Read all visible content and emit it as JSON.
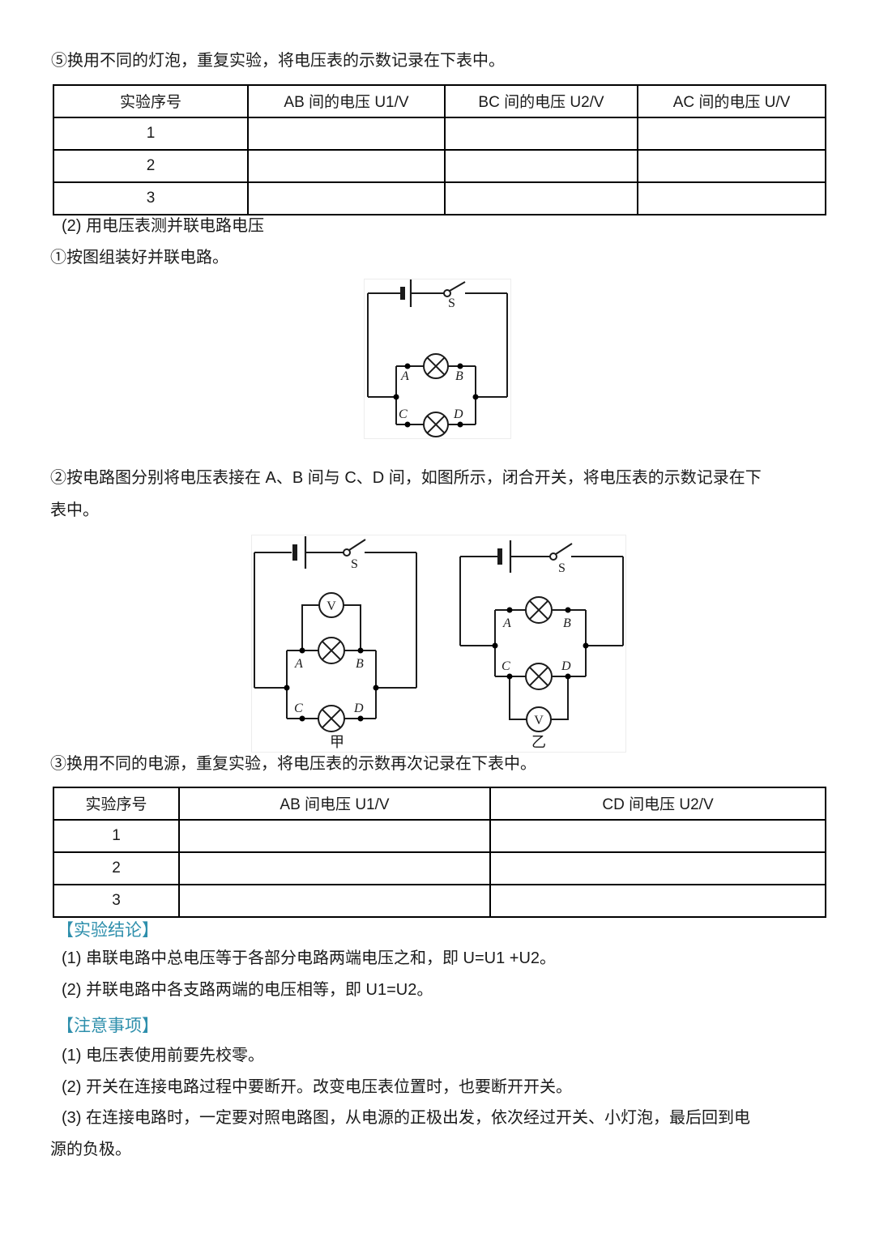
{
  "colors": {
    "accent_teal": "#2E8FAC",
    "text": "#1A1A1A",
    "table_border": "#000000"
  },
  "para_step5": "⑤换用不同的灯泡，重复实验，将电压表的示数记录在下表中。",
  "table1": {
    "headers": [
      "实验序号",
      "AB 间的电压 U1/V",
      "BC 间的电压 U2/V",
      "AC 间的电压 U/V"
    ],
    "rows": [
      {
        "no": "1",
        "u1": "",
        "u2": "",
        "u": ""
      },
      {
        "no": "2",
        "u1": "",
        "u2": "",
        "u": ""
      },
      {
        "no": "3",
        "u1": "",
        "u2": "",
        "u": ""
      }
    ]
  },
  "para_part2": "(2) 用电压表测并联电路电压",
  "para_step1": "①按图组装好并联电路。",
  "figure1": {
    "labels": {
      "A": "A",
      "B": "B",
      "C": "C",
      "D": "D",
      "S": "S"
    }
  },
  "para_step2_line1": "②按电路图分别将电压表接在 A、B 间与 C、D 间，如图所示，闭合开关，将电压表的示数记录在下",
  "para_step2_line2": "表中。",
  "figure2": {
    "left": {
      "caption": "甲",
      "labels": {
        "A": "A",
        "B": "B",
        "C": "C",
        "D": "D",
        "S": "S",
        "V": "V"
      }
    },
    "right": {
      "caption": "乙",
      "labels": {
        "A": "A",
        "B": "B",
        "C": "C",
        "D": "D",
        "S": "S",
        "V": "V"
      }
    }
  },
  "para_step3": "③换用不同的电源，重复实验，将电压表的示数再次记录在下表中。",
  "table2": {
    "headers": [
      "实验序号",
      "AB 间电压 U1/V",
      "CD 间电压 U2/V"
    ],
    "rows": [
      {
        "no": "1",
        "u1": "",
        "u2": ""
      },
      {
        "no": "2",
        "u1": "",
        "u2": ""
      },
      {
        "no": "3",
        "u1": "",
        "u2": ""
      }
    ]
  },
  "conclusion": {
    "heading": "【实验结论】",
    "item1": "(1) 串联电路中总电压等于各部分电路两端电压之和，即 U=U1 +U2。",
    "item2": "(2) 并联电路中各支路两端的电压相等，即 U1=U2。"
  },
  "notes": {
    "heading": "【注意事项】",
    "item1": "(1) 电压表使用前要先校零。",
    "item2": "(2) 开关在连接电路过程中要断开。改变电压表位置时，也要断开开关。",
    "item3_line1": "(3) 在连接电路时，一定要对照电路图，从电源的正极出发，依次经过开关、小灯泡，最后回到电",
    "item3_line2": "源的负极。"
  }
}
